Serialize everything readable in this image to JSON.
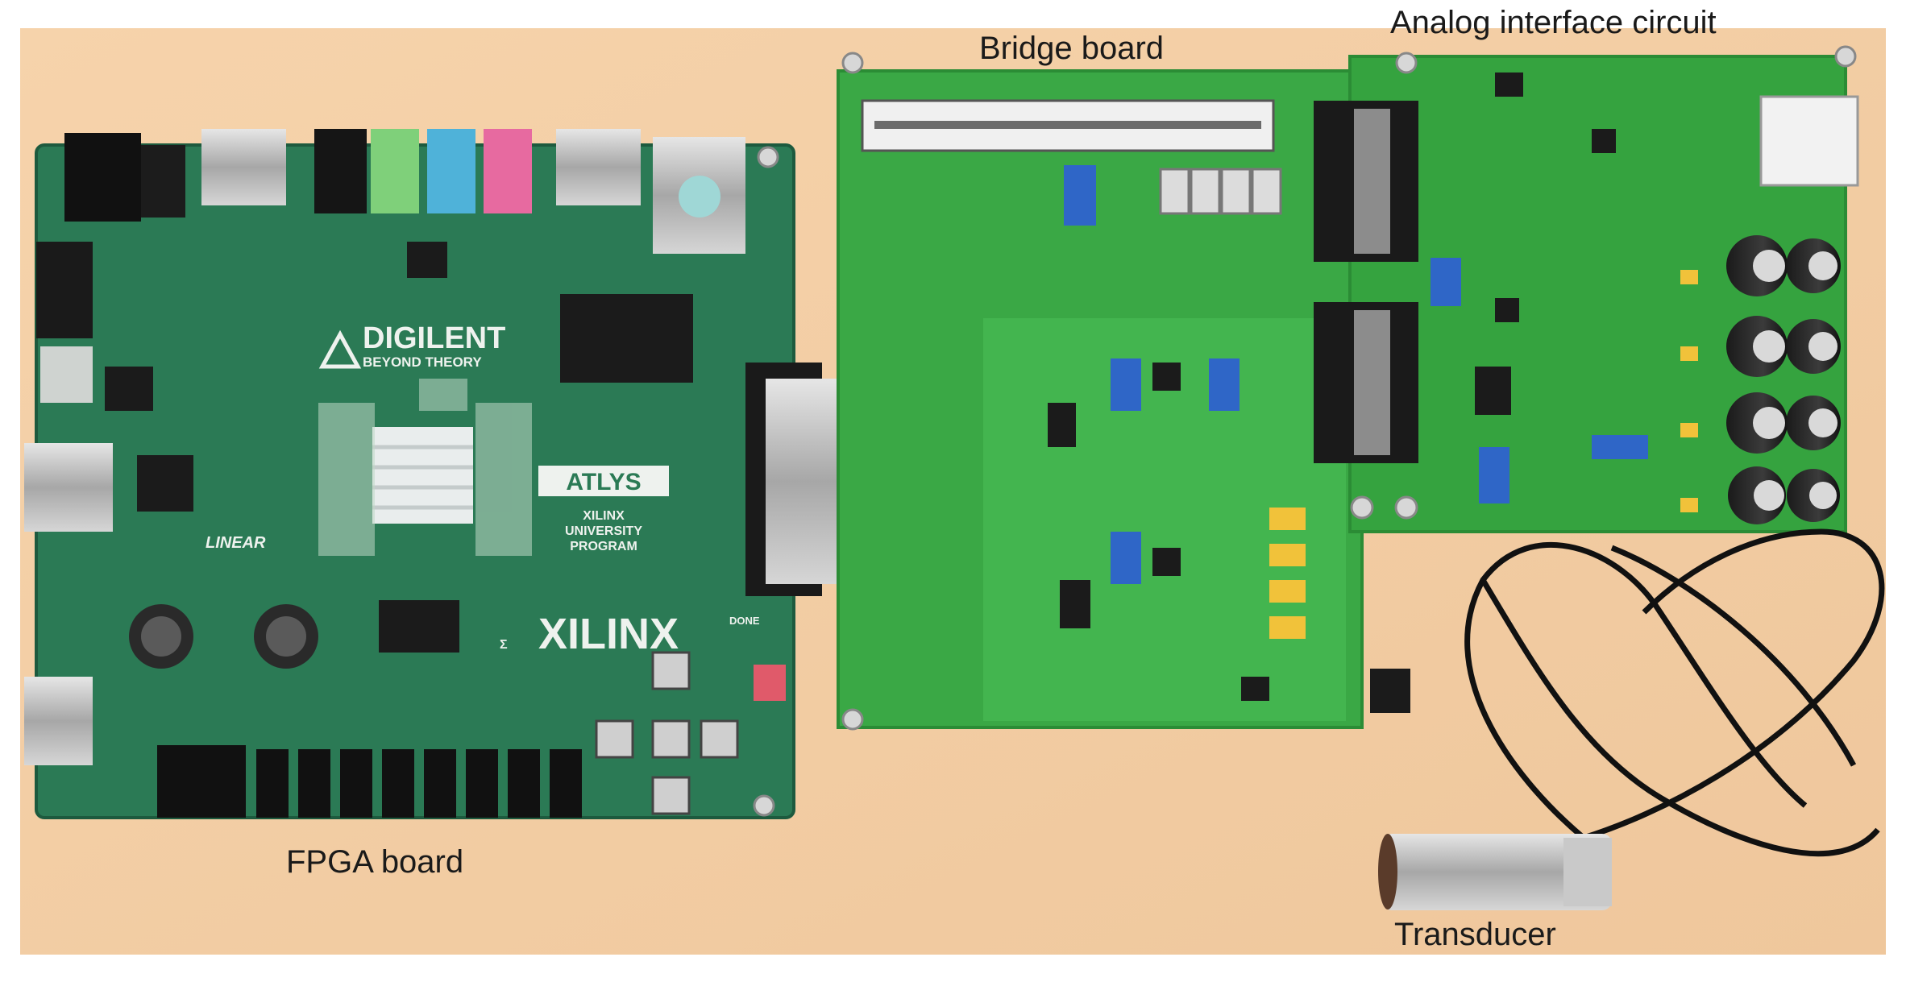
{
  "labels": {
    "fpga": "FPGA board",
    "bridge": "Bridge board",
    "analog": "Analog interface circuit",
    "transducer": "Transducer"
  },
  "silkscreen": {
    "digilent": "DIGILENT",
    "digilent_tagline": "BEYOND THEORY",
    "atlys": "ATLYS",
    "program_line1": "XILINX",
    "program_line2": "UNIVERSITY",
    "program_line3": "PROGRAM",
    "xilinx": "XILINX",
    "linear": "LINEAR",
    "done": "DONE"
  },
  "colors": {
    "tabletop": "#f3cfa6",
    "fpga_pcb": "#2b7a55",
    "bridge_pcb": "#3aa845",
    "analog_pcb": "#35a33f",
    "cable": "#111111",
    "transducer": "#b9b9b9"
  }
}
